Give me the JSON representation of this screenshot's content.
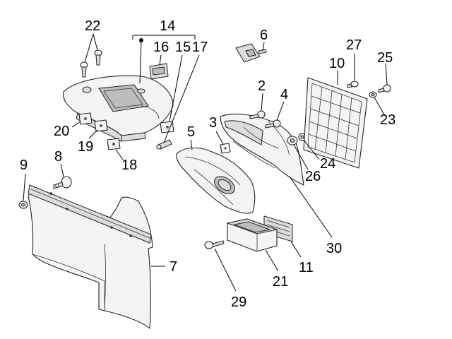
{
  "diagram": {
    "callouts": {
      "c2": "2",
      "c3": "3",
      "c4": "4",
      "c5": "5",
      "c6": "6",
      "c7": "7",
      "c8": "8",
      "c9": "9",
      "c10": "10",
      "c11": "11",
      "c14": "14",
      "c15": "15",
      "c16": "16",
      "c17": "17",
      "c18": "18",
      "c19": "19",
      "c20": "20",
      "c21": "21",
      "c22": "22",
      "c23": "23",
      "c24": "24",
      "c25": "25",
      "c26": "26",
      "c27": "27",
      "c29": "29",
      "c30": "30"
    }
  }
}
